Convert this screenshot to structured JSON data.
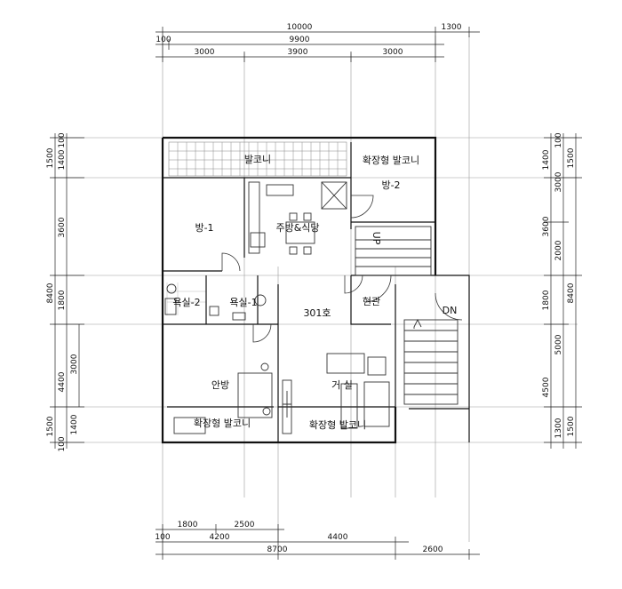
{
  "dimensions": {
    "top": [
      "10000",
      "1300",
      "100",
      "9900",
      "3000",
      "3900",
      "3000"
    ],
    "bottom": [
      "1800",
      "2500",
      "100",
      "4200",
      "4400",
      "8700",
      "2600"
    ],
    "left": [
      "1500",
      "1400",
      "100",
      "3600",
      "8400",
      "1800",
      "3000",
      "4400",
      "1500",
      "1400",
      "100"
    ],
    "right": [
      "100",
      "1400",
      "1500",
      "3000",
      "3600",
      "2000",
      "1800",
      "8400",
      "5000",
      "4500",
      "1300",
      "1500"
    ]
  },
  "rooms": {
    "balcony_top": "발코니",
    "balcony_ext_top": "확장형 발코니",
    "room2": "방-2",
    "room1": "방-1",
    "kitchen": "주방&식당",
    "up": "UP",
    "bath2": "욕실-2",
    "bath1": "욕실-1",
    "entrance": "현관",
    "down": "DN",
    "unit": "301호",
    "master": "안방",
    "living": "거 실",
    "balcony_ext_left": "확장형 발코니",
    "balcony_ext_bottom": "확장형 발코니"
  }
}
